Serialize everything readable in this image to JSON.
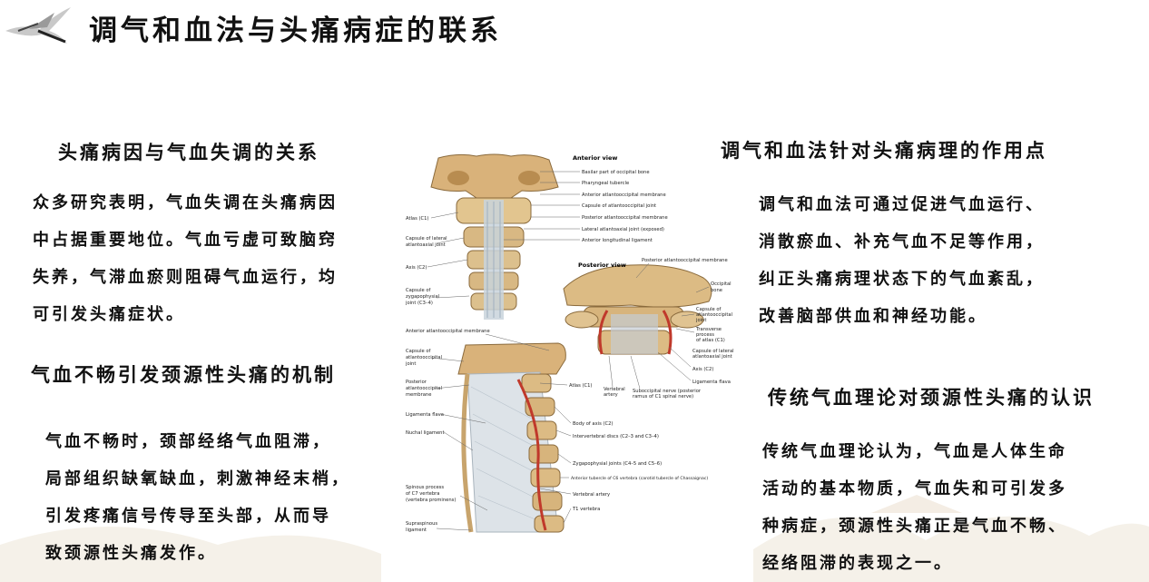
{
  "title": "调气和血法与头痛病症的联系",
  "sections": {
    "cause": {
      "heading": "头痛病因与气血失调的关系",
      "lines": [
        "众多研究表明，气血失调在头痛病因",
        "中占据重要地位。气血亏虚可致脑窍",
        "失养，气滞血瘀则阻碍气血运行，均",
        "可引发头痛症状。"
      ]
    },
    "mechanism": {
      "heading": "气血不畅引发颈源性头痛的机制",
      "lines": [
        "气血不畅时，颈部经络气血阻滞，",
        "局部组织缺氧缺血，刺激神经末梢，",
        "引发疼痛信号传导至头部，从而导",
        "致颈源性头痛发作。"
      ]
    },
    "action": {
      "heading": "调气和血法针对头痛病理的作用点",
      "lines": [
        "调气和血法可通过促进气血运行、",
        "消散瘀血、补充气血不足等作用，",
        "纠正头痛病理状态下的气血紊乱，",
        "改善脑部供血和神经功能。"
      ]
    },
    "theory": {
      "heading": "传统气血理论对颈源性头痛的认识",
      "lines": [
        "传统气血理论认为，气血是人体生命",
        "活动的基本物质，气血失和可引发多",
        "种病症，颈源性头痛正是气血不畅、",
        "经络阻滞的表现之一。"
      ]
    }
  },
  "anatomy": {
    "anterior_view": {
      "title": "Anterior view",
      "left_labels": [
        "Atlas (C1)",
        "Capsule of lateral",
        "atlantoaxial joint",
        "Axis (C2)",
        "Capsule of",
        "zygapophysial",
        "joint (C3–4)"
      ],
      "right_labels": [
        "Basilar part of occipital bone",
        "Pharyngeal tubercle",
        "Anterior atlantooccipital membrane",
        "Capsule of atlantooccipital joint",
        "Posterior atlantooccipital membrane",
        "Lateral atlantoaxial joint (exposed)",
        "Anterior longitudinal ligament"
      ]
    },
    "posterior_view": {
      "title": "Posterior view",
      "labels": [
        "Posterior atlantooccipital membrane",
        "Occipital",
        "bone",
        "Capsule of",
        "atlantooccipital",
        "joint",
        "Transverse",
        "process",
        "of atlas (C1)",
        "Capsule of lateral",
        "atlantoaxial joint",
        "Axis (C2)",
        "Ligamenta flava",
        "Vertebral",
        "artery",
        "Suboccipital nerve (posterior",
        "ramus of C1 spinal nerve)"
      ]
    },
    "lateral_view": {
      "left_labels": [
        "Anterior atlantooccipital membrane",
        "Capsule of",
        "atlantooccipital",
        "joint",
        "Posterior",
        "atlantooccipital",
        "membrane",
        "Ligamenta flava",
        "Nuchal ligament",
        "Spinous process",
        "of C7 vertebra",
        "(vertebra prominens)",
        "Supraspinous",
        "ligament"
      ],
      "right_labels": [
        "Atlas (C1)",
        "Body of axis (C2)",
        "Intervertebral discs (C2–3 and C3–4)",
        "Zygapophysial joints (C4–5 and C5–6)",
        "Anterior tubercle of C6 vertebra (carotid tubercle of Chassaignac)",
        "Vertebral artery",
        "T1 vertebra"
      ]
    }
  }
}
